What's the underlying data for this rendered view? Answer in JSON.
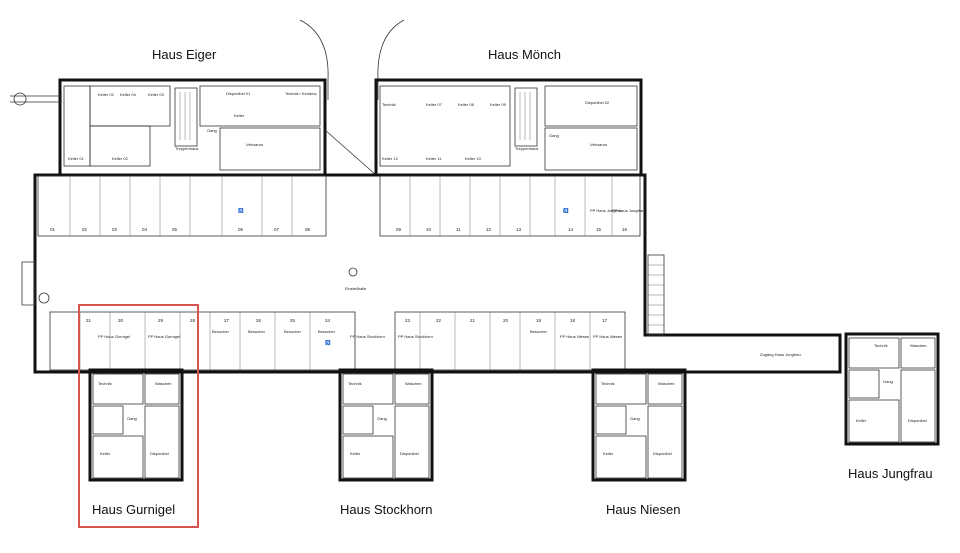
{
  "houses": {
    "eiger": "Haus Eiger",
    "moench": "Haus Mönch",
    "gurnigel": "Haus Gurnigel",
    "stockhorn": "Haus Stockhorn",
    "niesen": "Haus Niesen",
    "jungfrau": "Haus Jungfrau"
  },
  "highlight_color": "#d9534f",
  "rooms": {
    "eiger_keller": [
      "Keller 02",
      "Keller 04",
      "Keller 03",
      "Keller 01",
      "Keller 02"
    ],
    "eiger_dispo": "Disponibel 01",
    "eiger_technik": "Technik / Kinderw.",
    "eiger_keller_label": "Keller",
    "eiger_veloraum": "Veloraum",
    "eiger_gang": "Gang",
    "eiger_treppe": "Treppenhaus",
    "moench_keller": [
      "Technik",
      "Keller 07",
      "Keller 08",
      "Keller 09",
      "Keller 12",
      "Keller 11",
      "Keller 10"
    ],
    "moench_dispo": "Disponibel 02",
    "moench_veloraum": "Veloraum",
    "moench_gang": "Gang",
    "moench_treppe": "Treppenhaus",
    "einstellhalle": "Einstellhalle",
    "zugang": "Zugang Haus Jungfrau",
    "pp_jungfrau": "PP Haus Jungfrau",
    "besucher": "Besucher",
    "pp_gurnigel": "PP Haus Gurnigel",
    "pp_stockhorn": "PP Haus Stockhorn",
    "pp_niesen": "PP Haus Niesen",
    "technik": "Technik",
    "waschen": "Waschen",
    "gang": "Gang",
    "keller": "Keller",
    "disponibel": "Disponibel"
  },
  "parking_top": [
    "01",
    "02",
    "03",
    "04",
    "05",
    "06",
    "07",
    "08",
    "09",
    "10",
    "11",
    "12",
    "13",
    "14",
    "15",
    "16"
  ],
  "parking_bottom": [
    "31",
    "30",
    "29",
    "28",
    "27",
    "26",
    "25",
    "24",
    "23",
    "22",
    "21",
    "20",
    "19",
    "18",
    "17"
  ]
}
